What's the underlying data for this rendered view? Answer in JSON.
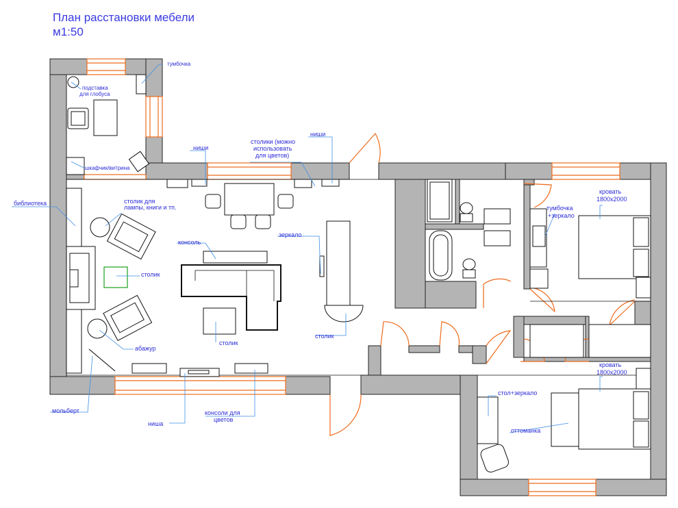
{
  "title": {
    "line1": "План расстановки мебели",
    "line2": "м1:50"
  },
  "labels": {
    "tumbochka": "тумбочка",
    "podstavka1": "подставка",
    "podstavka2": "для глобуса",
    "shkafchik": "шкафчик/витрина",
    "nishi_left": "ниши",
    "stoliki1": "столики (можно",
    "stoliki2": "использовать",
    "stoliki3": "для цветов)",
    "nishi_right": "ниши",
    "biblioteka": "библиотека",
    "stolik_lamp1": "столик для",
    "stolik_lamp2": "лампы, книги и тп.",
    "konsol": "консоль",
    "zerkalo": "зеркало",
    "stolik_green": "столик",
    "abazhur": "абажур",
    "stolik_center": "столик",
    "stolik_round": "столик",
    "molbert": "мольберт",
    "nisha": "ниша",
    "konsoli1": "консоли для",
    "konsoli2": "цветов",
    "krovat1_1": "кровать",
    "krovat1_2": "1800x2000",
    "tumb_zerk1": "тумбочка",
    "tumb_zerk2": "+зеркало",
    "krovat2_1": "кровать",
    "krovat2_2": "1800x2000",
    "stol_zerkalo": "стол+зеркало",
    "ottomanka": "оттоманка"
  },
  "colors": {
    "title": "#3a3ae0",
    "label": "#2c2cd8",
    "leader": "#3e8ee6",
    "wall": "#b4b4b4",
    "opening": "#ee6a1a",
    "accent_table": "#1aa01a"
  }
}
